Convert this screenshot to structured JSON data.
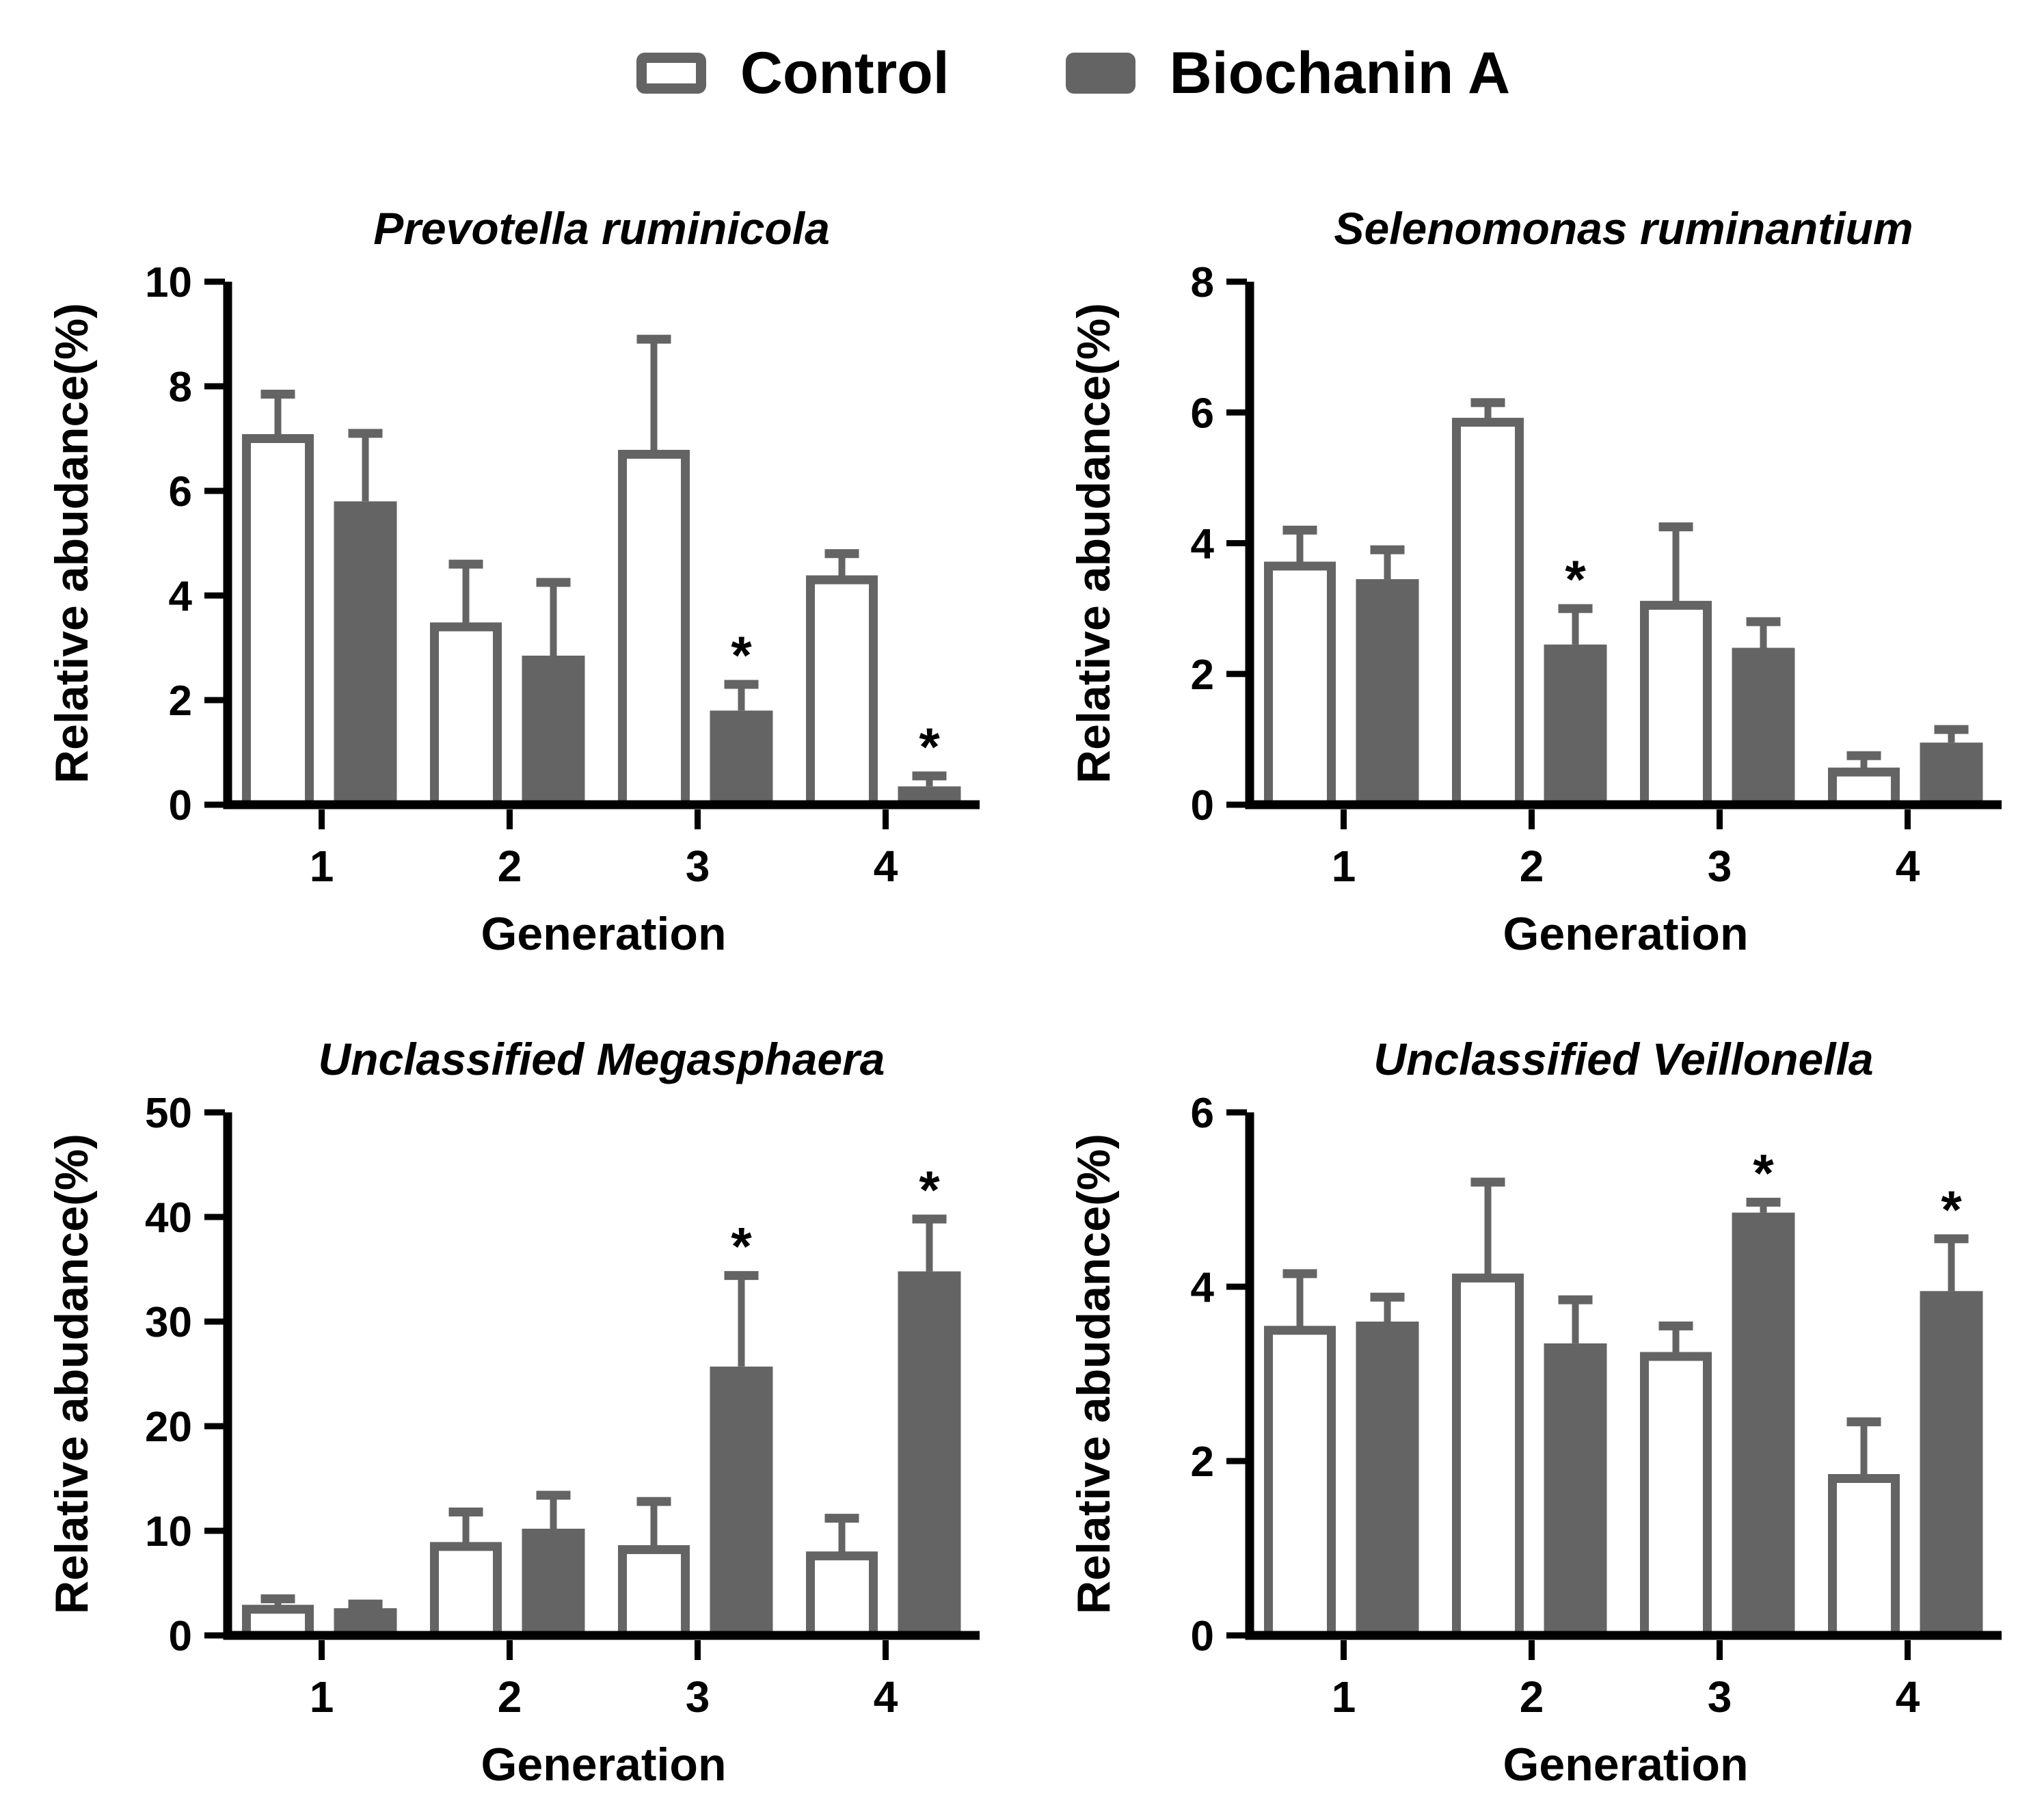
{
  "figure": {
    "background": "#ffffff"
  },
  "colors": {
    "bar_gray": "#646464",
    "control_fill": "#ffffff",
    "axis": "#000000",
    "text": "#000000",
    "background": "#ffffff"
  },
  "legend": {
    "items": [
      {
        "label": "Control",
        "swatch": "open",
        "fill": "#ffffff",
        "stroke": "#646464"
      },
      {
        "label": "Biochanin A",
        "swatch": "filled",
        "fill": "#646464",
        "stroke": "#646464"
      }
    ]
  },
  "chart_data": [
    {
      "type": "bar",
      "title": "Prevotella ruminicola",
      "xlabel": "Generation",
      "ylabel": "Relative abudance(%)",
      "categories": [
        "1",
        "2",
        "3",
        "4"
      ],
      "ylim": [
        0,
        10
      ],
      "yticks": [
        0,
        2,
        4,
        6,
        8,
        10
      ],
      "grid": false,
      "legend_position": "none",
      "sig_marker": "*",
      "series": [
        {
          "name": "Control",
          "values": [
            7.0,
            3.4,
            6.7,
            4.3
          ],
          "errors": [
            0.85,
            1.2,
            2.2,
            0.5
          ],
          "significant": [
            false,
            false,
            false,
            false
          ]
        },
        {
          "name": "Biochanin A",
          "values": [
            5.8,
            2.85,
            1.8,
            0.35
          ],
          "errors": [
            1.3,
            1.4,
            0.5,
            0.2
          ],
          "significant": [
            false,
            false,
            true,
            true
          ]
        }
      ]
    },
    {
      "type": "bar",
      "title": "Selenomonas ruminantium",
      "xlabel": "Generation",
      "ylabel": "Relative abudance(%)",
      "categories": [
        "1",
        "2",
        "3",
        "4"
      ],
      "ylim": [
        0,
        8
      ],
      "yticks": [
        0,
        2,
        4,
        6,
        8
      ],
      "grid": false,
      "legend_position": "none",
      "sig_marker": "*",
      "series": [
        {
          "name": "Control",
          "values": [
            3.65,
            5.85,
            3.05,
            0.5
          ],
          "errors": [
            0.55,
            0.3,
            1.2,
            0.25
          ],
          "significant": [
            false,
            false,
            false,
            false
          ]
        },
        {
          "name": "Biochanin A",
          "values": [
            3.45,
            2.45,
            2.4,
            0.95
          ],
          "errors": [
            0.45,
            0.55,
            0.4,
            0.2
          ],
          "significant": [
            false,
            true,
            false,
            false
          ]
        }
      ]
    },
    {
      "type": "bar",
      "title": "Unclassified Megasphaera",
      "xlabel": "Generation",
      "ylabel": "Relative abudance(%)",
      "categories": [
        "1",
        "2",
        "3",
        "4"
      ],
      "ylim": [
        0,
        50
      ],
      "yticks": [
        0,
        10,
        20,
        30,
        40,
        50
      ],
      "grid": false,
      "legend_position": "none",
      "sig_marker": "*",
      "series": [
        {
          "name": "Control",
          "values": [
            2.5,
            8.5,
            8.2,
            7.6
          ],
          "errors": [
            1.0,
            3.3,
            4.6,
            3.6
          ],
          "significant": [
            false,
            false,
            false,
            false
          ]
        },
        {
          "name": "Biochanin A",
          "values": [
            2.6,
            10.2,
            25.7,
            34.8
          ],
          "errors": [
            0.4,
            3.2,
            8.7,
            5.0
          ],
          "significant": [
            false,
            false,
            true,
            true
          ]
        }
      ]
    },
    {
      "type": "bar",
      "title": "Unclassified Veillonella",
      "xlabel": "Generation",
      "ylabel": "Relative abudance(%)",
      "categories": [
        "1",
        "2",
        "3",
        "4"
      ],
      "ylim": [
        0,
        6
      ],
      "yticks": [
        0,
        2,
        4,
        6
      ],
      "grid": false,
      "legend_position": "none",
      "sig_marker": "*",
      "series": [
        {
          "name": "Control",
          "values": [
            3.5,
            4.1,
            3.2,
            1.8
          ],
          "errors": [
            0.65,
            1.1,
            0.35,
            0.65
          ],
          "significant": [
            false,
            false,
            false,
            false
          ]
        },
        {
          "name": "Biochanin A",
          "values": [
            3.6,
            3.35,
            4.85,
            3.95
          ],
          "errors": [
            0.28,
            0.5,
            0.12,
            0.6
          ],
          "significant": [
            false,
            false,
            true,
            true
          ]
        }
      ]
    }
  ]
}
